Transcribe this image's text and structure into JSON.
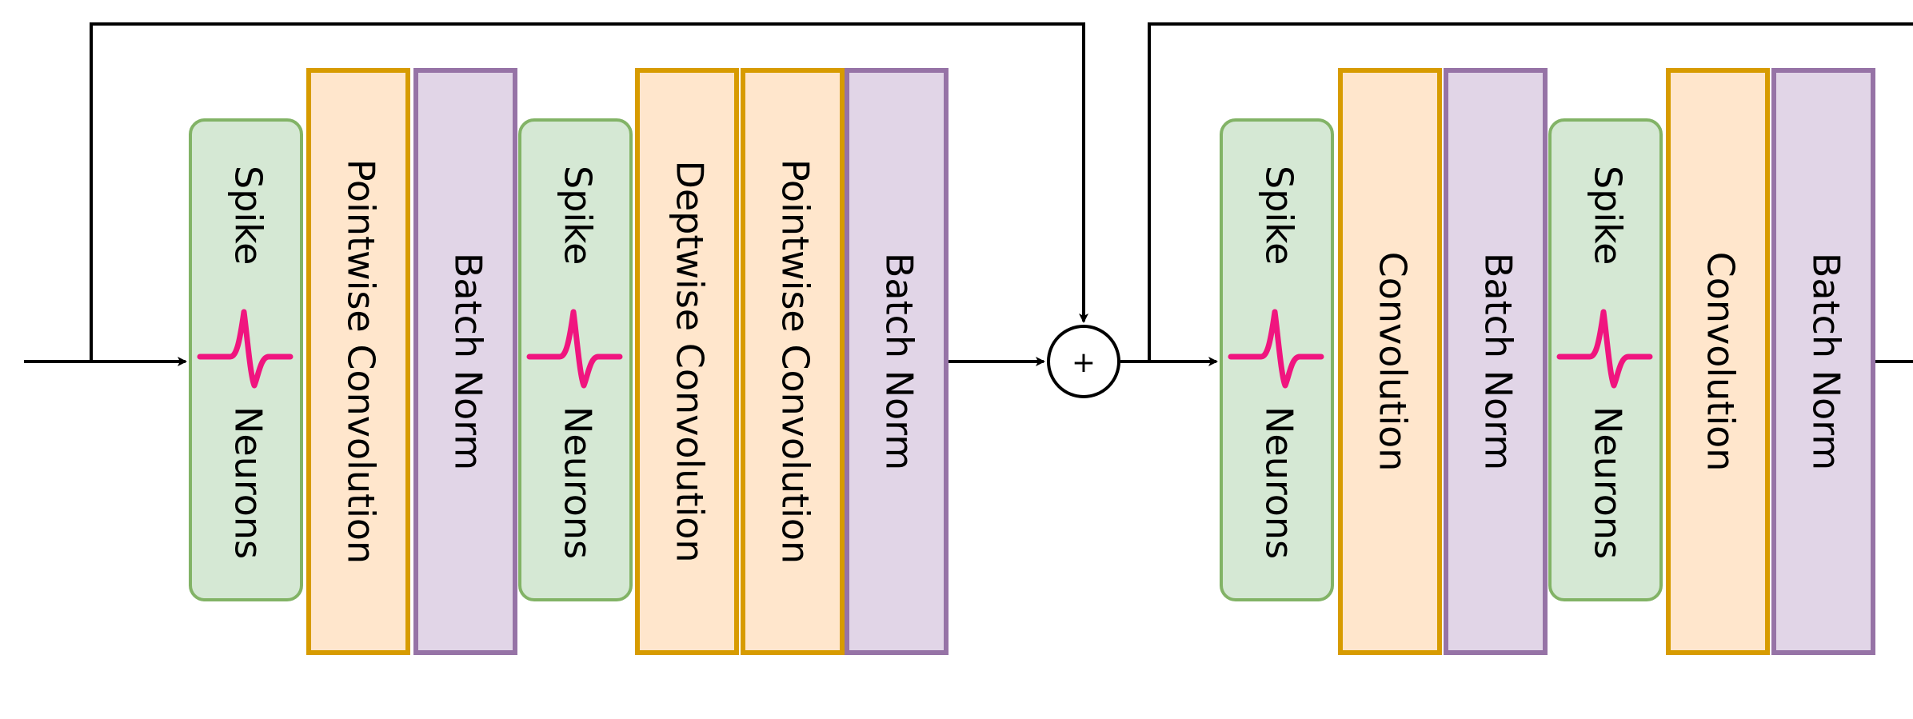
{
  "colors": {
    "spike_fill": "#d5e8d4",
    "spike_stroke": "#82b366",
    "conv_fill": "#ffe6cc",
    "conv_stroke": "#d79b00",
    "norm_fill": "#e1d5e7",
    "norm_stroke": "#9673a6",
    "spike_glyph": "#f0157f",
    "line": "#000000"
  },
  "icons": {
    "spike": "spike-waveform-icon",
    "add": "plus-icon"
  },
  "blocks": {
    "block1": {
      "spike1_top": "Spike",
      "spike1_bottom": "Neurons",
      "pointwise1": "Pointwise Convolution",
      "norm1": "Batch Norm",
      "spike2_top": "Spike",
      "spike2_bottom": "Neurons",
      "depthwise": "Deptwise Convolution",
      "pointwise2": "Pointwise Convolution",
      "norm2": "Batch Norm"
    },
    "adder_symbol": "+",
    "block2": {
      "spike1_top": "Spike",
      "spike1_bottom": "Neurons",
      "conv1": "Convolution",
      "norm1": "Batch Norm",
      "spike2_top": "Spike",
      "spike2_bottom": "Neurons",
      "conv2": "Convolution",
      "norm2": "Batch Norm"
    }
  }
}
